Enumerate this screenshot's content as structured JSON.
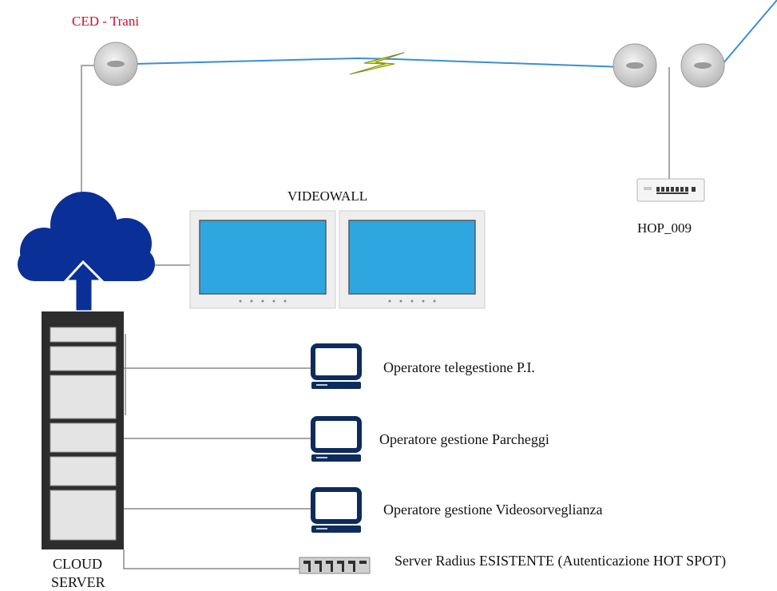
{
  "site": {
    "title": "CED - Trani"
  },
  "videowall": {
    "title": "VIDEOWALL"
  },
  "switch": {
    "name": "HOP_009"
  },
  "operators": [
    {
      "label": "Operatore telegestione P.I.",
      "icon": "desktop-computer-icon"
    },
    {
      "label": "Operatore gestione Parcheggi",
      "icon": "desktop-computer-icon"
    },
    {
      "label": "Operatore gestione Videosorveglianza",
      "icon": "desktop-computer-icon"
    }
  ],
  "radius_server": {
    "label": "Server Radius ESISTENTE (Autenticazione HOT SPOT)"
  },
  "cloud_server": {
    "line1": "CLOUD",
    "line2": "SERVER"
  },
  "colors": {
    "site_title": "#c8102e",
    "cloud": "#0a2f96",
    "wireless_link": "#3a8fd0",
    "lightning": "#e9ef3a",
    "monitor_screen": "#2ea7e0",
    "connector": "#8a8a8a",
    "computer_icon": "#0d2b5c"
  }
}
